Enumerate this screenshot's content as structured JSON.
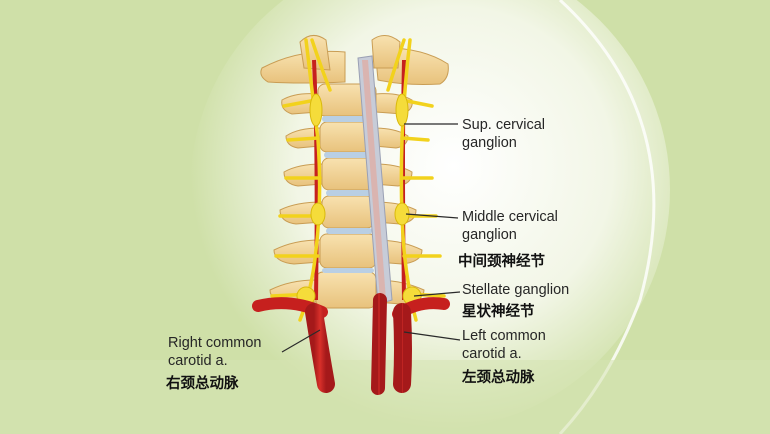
{
  "labels": {
    "sup_cervical": [
      "Sup. cervical",
      "ganglion"
    ],
    "middle_cervical": [
      "Middle cervical",
      "ganglion"
    ],
    "middle_cervical_zh": "中间颈神经节",
    "stellate": "Stellate ganglion",
    "stellate_zh": "星状神经节",
    "left_common": [
      "Left common",
      "carotid a."
    ],
    "left_common_zh": "左颈总动脉",
    "right_common": [
      "Right common",
      "carotid a."
    ],
    "right_common_zh": "右颈总动脉"
  },
  "colors": {
    "background": "#cfe0a8",
    "bone": "#f3d49a",
    "nerve": "#f2d21c",
    "artery": "#c6201e",
    "disc": "#b9cfe4"
  }
}
